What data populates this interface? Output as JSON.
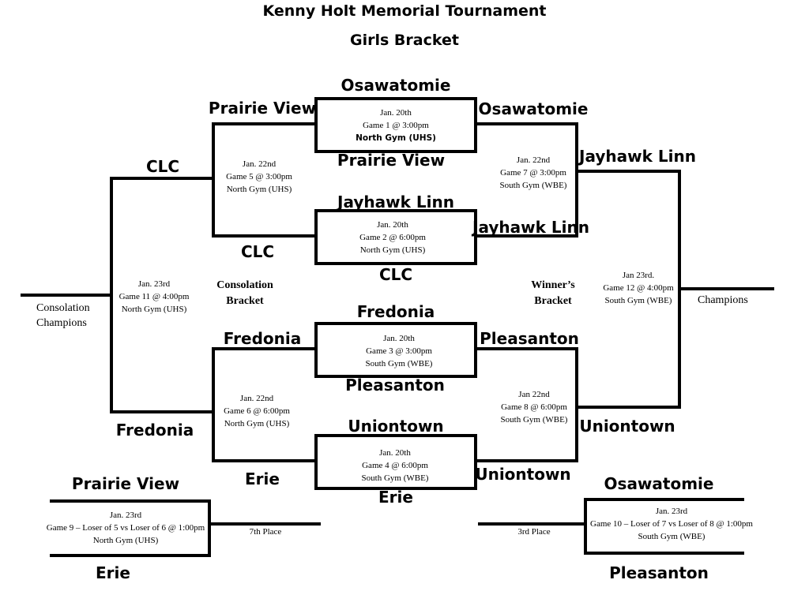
{
  "title": "Kenny Holt Memorial Tournament",
  "subtitle": "Girls Bracket",
  "games": {
    "g1": {
      "date": "Jan. 20th",
      "game": "Game 1  @ 3:00pm",
      "location": "North Gym (UHS)"
    },
    "g2": {
      "date": "Jan. 20th",
      "game": "Game 2  @  6:00pm",
      "location": "North Gym (UHS)"
    },
    "g3": {
      "date": "Jan. 20th",
      "game": "Game 3  @  3:00pm",
      "location": "South Gym (WBE)"
    },
    "g4": {
      "date": "Jan. 20th",
      "game": "Game 4  @ 6:00pm",
      "location": "South Gym (WBE)"
    },
    "g5": {
      "date": "Jan. 22nd",
      "game": "Game 5 @ 3:00pm",
      "location": "North Gym (UHS)"
    },
    "g6": {
      "date": "Jan. 22nd",
      "game": "Game 6 @ 6:00pm",
      "location": "North Gym (UHS)"
    },
    "g7": {
      "date": "Jan. 22nd",
      "game": "Game 7  @ 3:00pm",
      "location": "South Gym (WBE)"
    },
    "g8": {
      "date": "Jan 22nd",
      "game": "Game 8 @ 6:00pm",
      "location": "South Gym (WBE)"
    },
    "g9": {
      "date": "Jan. 23rd",
      "game": "Game 9 – Loser of 5 vs Loser of 6 @ 1:00pm",
      "location": "North Gym (UHS)"
    },
    "g10": {
      "date": "Jan. 23rd",
      "game": "Game 10 – Loser of 7 vs Loser of 8 @ 1:00pm",
      "location": "South Gym (WBE)"
    },
    "g11": {
      "date": "Jan. 23rd",
      "game": "Game 11  @ 4:00pm",
      "location": "North Gym (UHS)"
    },
    "g12": {
      "date": "Jan 23rd.",
      "game": "Game 12  @ 4:00pm",
      "location": "South Gym (WBE)"
    }
  },
  "teams": {
    "g1_top": "Osawatomie",
    "g1_bottom": "Prairie View",
    "g2_top": "Jayhawk Linn",
    "g2_bottom": "CLC",
    "g3_top": "Fredonia",
    "g3_bottom": "Pleasanton",
    "g4_top": "Uniontown",
    "g4_bottom": "Erie",
    "g5_top": "Prairie View",
    "g5_bottom": "CLC",
    "g6_top": "Fredonia",
    "g6_bottom": "Erie",
    "g7_top": "Osawatomie",
    "g7_bottom": "Jayhawk Linn",
    "g8_top": "Pleasanton",
    "g8_bottom": "Uniontown",
    "g11_top": "CLC",
    "g11_bottom": "Fredonia",
    "g12_top": "Jayhawk Linn",
    "g12_bottom": "Uniontown",
    "g9_top": "Prairie View",
    "g9_bottom": "Erie",
    "g10_top": "Osawatomie",
    "g10_bottom": "Pleasanton"
  },
  "labels": {
    "consolation_champions_1": "Consolation",
    "consolation_champions_2": "Champions",
    "champions": "Champions",
    "consolation_bracket_1": "Consolation",
    "consolation_bracket_2": "Bracket",
    "winners_bracket_1": "Winner’s",
    "winners_bracket_2": "Bracket",
    "seventh_place": "7th Place",
    "third_place": "3rd Place"
  }
}
